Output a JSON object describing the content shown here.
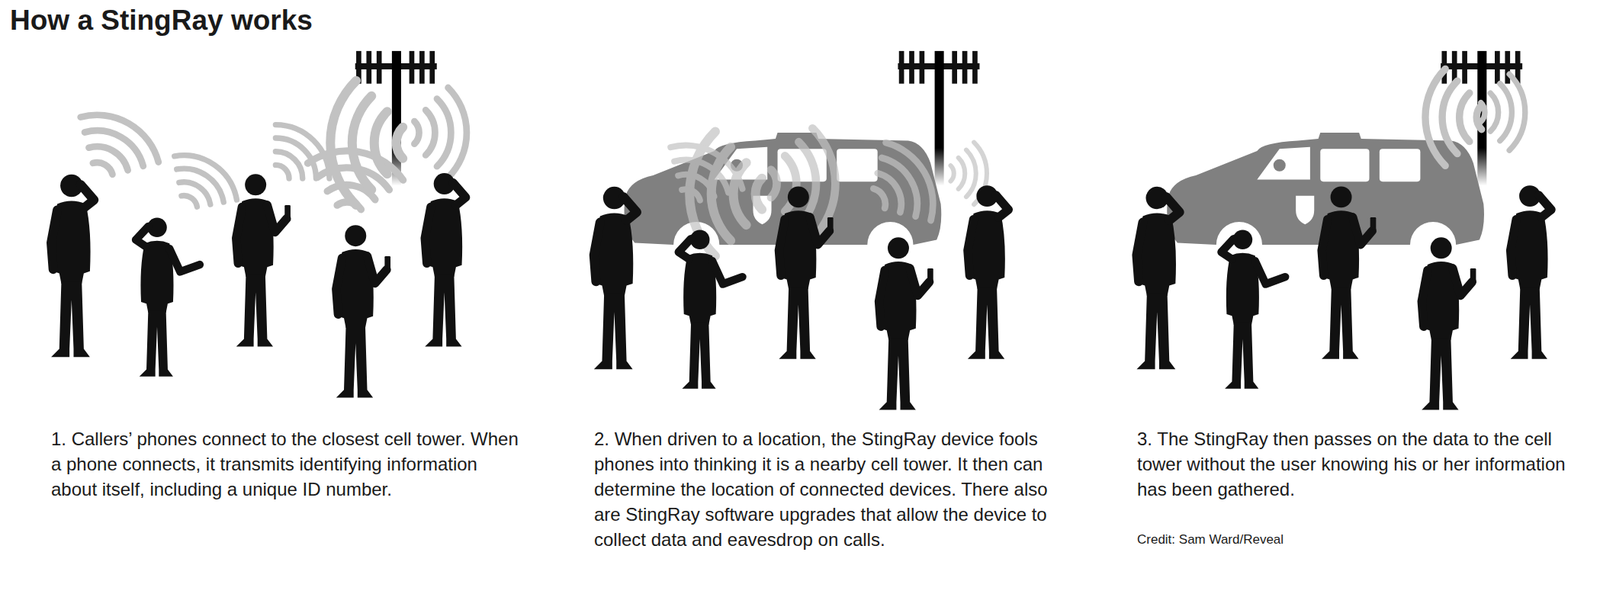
{
  "diagram": {
    "title": "How a StingRay works",
    "labels": [
      "1. Callers’ phones connect to the closest cell tower. When a phone connects, it transmits identifying information about itself, including a unique ID number.",
      "2. When driven to a location, the StingRay device fools phones into thinking it is a nearby cell tower. It then can determine the location of connected devices. There also are StingRay software upgrades that allow the device to collect data and eavesdrop on calls.",
      "3. The StingRay then passes on the data to the cell tower without the user knowing his or her information has been gathered.",
      "Credit: Sam Ward/Reveal"
    ]
  }
}
